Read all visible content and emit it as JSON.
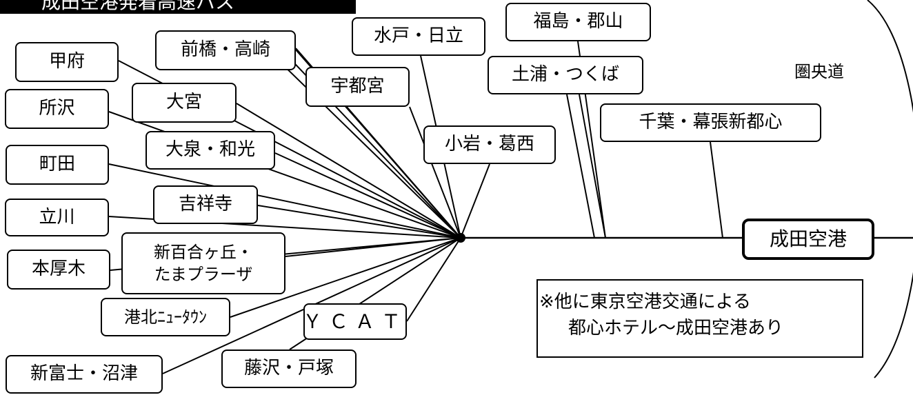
{
  "title": "成田空港発着高速バス",
  "ring_road_label": "圏央道",
  "hub": "成田空港",
  "note": {
    "line1": "※他に東京空港交通による",
    "line2": "都心ホテル～成田空港あり"
  },
  "destinations": {
    "kofu": "甲府",
    "tokorozawa": "所沢",
    "machida": "町田",
    "tachikawa": "立川",
    "honatsugi": "本厚木",
    "shinfuji_numazu": "新富士・沼津",
    "omiya": "大宮",
    "maebashi_takasaki": "前橋・高崎",
    "ooizumi_wako": "大泉・和光",
    "kichijoji": "吉祥寺",
    "shinyurigaoka_line1": "新百合ヶ丘・",
    "shinyurigaoka_line2": "たまプラーザ",
    "kohoku": "港北ﾆｭｰﾀｳﾝ",
    "ycat": "ＹＣＡＴ",
    "fujisawa_totsuka": "藤沢・戸塚",
    "utsunomiya": "宇都宮",
    "mito_hitachi": "水戸・日立",
    "koiwa_kasai": "小岩・葛西",
    "fukushima_koriyama": "福島・郡山",
    "tsuchiura_tsukuba": "土浦・つくば",
    "chiba_makuhari": "千葉・幕張新都心"
  },
  "colors": {
    "line": "#000000",
    "background": "#ffffff",
    "title_bar": "#000000"
  }
}
